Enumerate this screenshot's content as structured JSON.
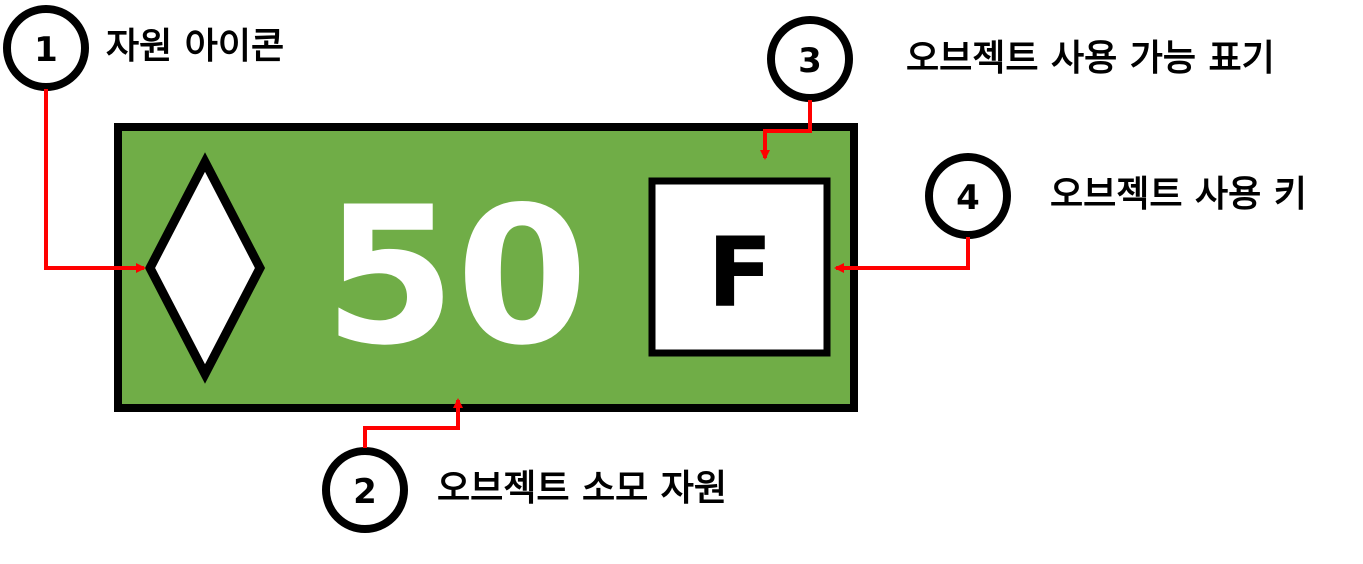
{
  "colors": {
    "panel_fill": "#70ad47",
    "border": "#000000",
    "value_text": "#ffffff",
    "arrow": "#ff0000",
    "key_box_fill": "#ffffff"
  },
  "panel": {
    "value": "50",
    "key": "F",
    "icon": "diamond-icon"
  },
  "callouts": [
    {
      "number": "1",
      "label": "자원 아이콘"
    },
    {
      "number": "2",
      "label": "오브젝트 소모 자원"
    },
    {
      "number": "3",
      "label": "오브젝트 사용 가능 표기"
    },
    {
      "number": "4",
      "label": "오브젝트 사용 키"
    }
  ]
}
